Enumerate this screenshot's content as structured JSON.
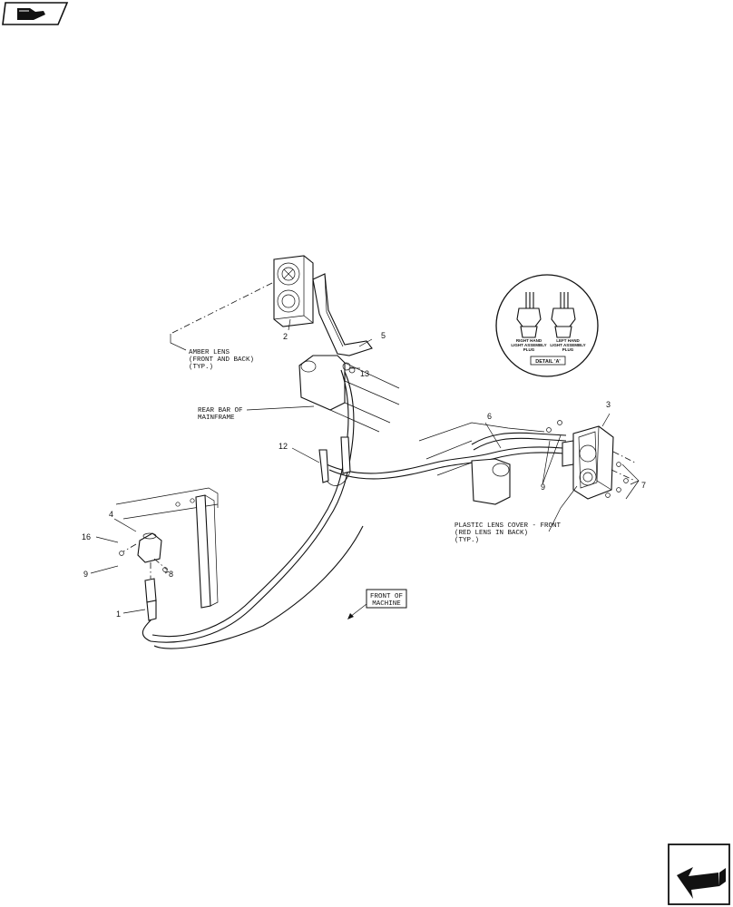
{
  "labels": {
    "amber_lens": [
      "AMBER LENS",
      "(FRONT AND BACK)",
      "(TYP.)"
    ],
    "rear_bar": [
      "REAR BAR OF",
      "MAINFRAME"
    ],
    "plastic_lens": [
      "PLASTIC LENS COVER - FRONT",
      "(RED LENS IN BACK)",
      "(TYP.)"
    ],
    "front_of_machine": [
      "FRONT OF",
      "MACHINE"
    ],
    "detail": {
      "title": "DETAIL 'A'",
      "right_plug": [
        "RIGHT HAND",
        "LIGHT ASSEMBLY",
        "PLUG"
      ],
      "left_plug": [
        "LEFT HAND",
        "LIGHT ASSEMBLY",
        "PLUG"
      ]
    }
  },
  "callouts": {
    "c1": "1",
    "c2": "2",
    "c3": "3",
    "c4": "4",
    "c5": "5",
    "c6": "6",
    "c7": "7",
    "c8": "8",
    "c9a": "9",
    "c9b": "9",
    "c12": "12",
    "c13": "13",
    "c16": "16"
  },
  "icons": {
    "top_left": "book-hand-icon",
    "bottom_right": "next-page-arrow-icon"
  }
}
